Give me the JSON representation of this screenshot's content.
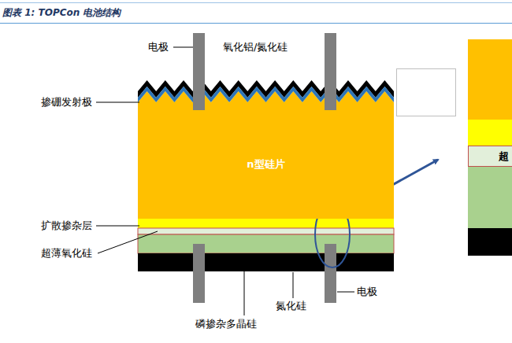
{
  "diagram": {
    "title": "图表 1: TOPCon 电池结构",
    "nodes": [
      {
        "text": [
          "n型硅片"
        ]
      },
      {
        "text": [
          "超"
        ]
      }
    ],
    "labels": [
      "电极",
      "氧化铝/氮化硅",
      "掺硼发射极",
      "扩散掺杂层",
      "超薄氧化硅",
      "电极",
      "氮化硅",
      "磷掺杂多晶硅"
    ]
  }
}
